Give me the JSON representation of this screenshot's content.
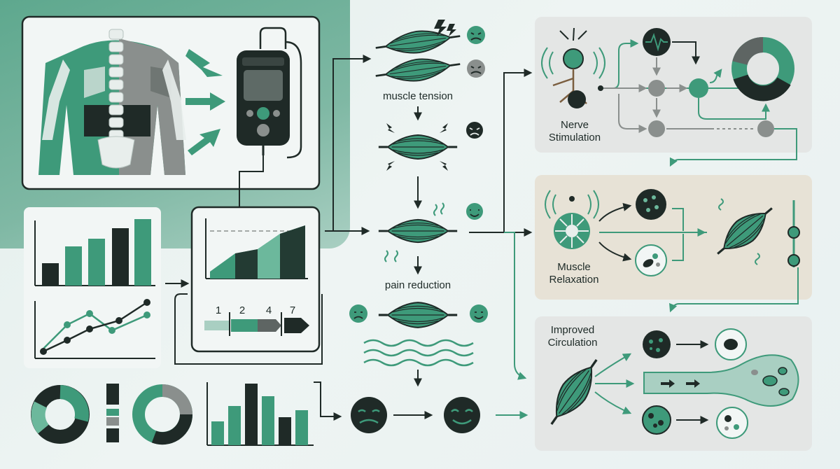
{
  "labels": {
    "muscle_tension": "muscle tension",
    "pain_reduction": "pain reduction",
    "nerve_stimulation_1": "Nerve",
    "nerve_stimulation_2": "Stimulation",
    "muscle_relaxation_1": "Muscle",
    "muscle_relaxation_2": "Relaxation",
    "improved_circulation_1": "Improved",
    "improved_circulation_2": "Circulation"
  },
  "timeline_steps": [
    "1",
    "2",
    "4",
    "7"
  ],
  "colors": {
    "green": "#3e9a7a",
    "light_green": "#6cb89c",
    "dark": "#1f2a27",
    "gray": "#8a8f8d",
    "panel_gray": "#e4e6e5",
    "panel_beige": "#e7e2d6"
  },
  "icons": [
    "human-torso-icon",
    "tens-device-icon",
    "muscle-icon",
    "lightning-icon",
    "sad-face-icon",
    "happy-face-icon",
    "neuron-icon",
    "pulse-icon",
    "donut-chart-icon",
    "cell-icon",
    "vessel-icon"
  ]
}
